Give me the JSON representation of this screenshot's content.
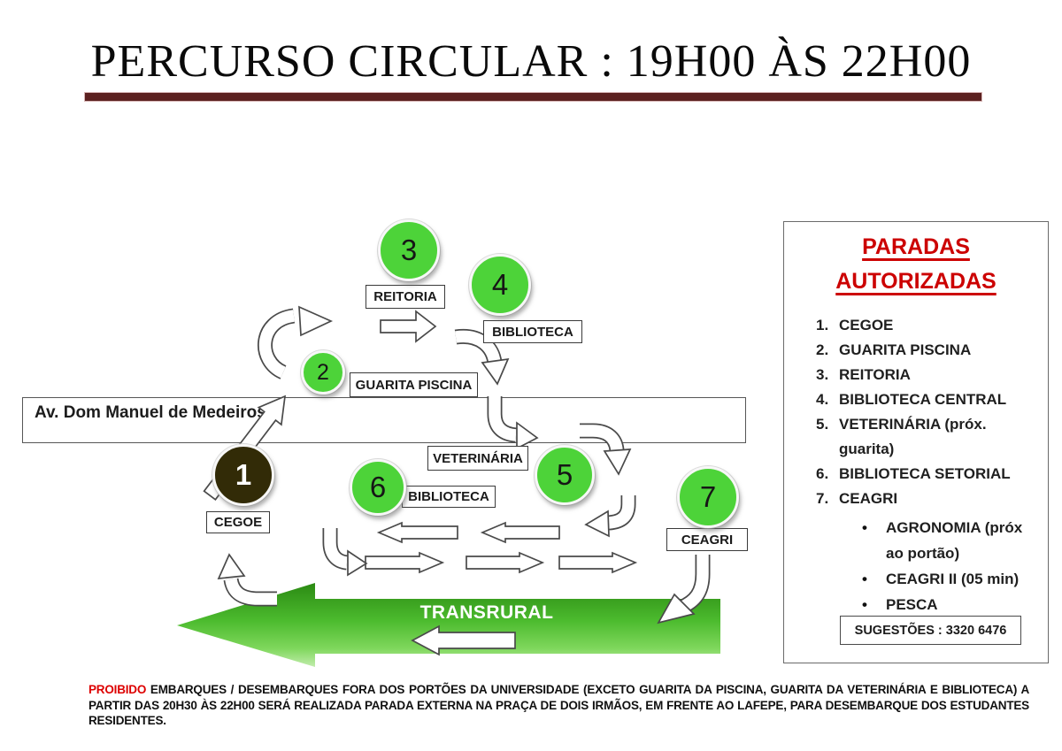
{
  "header": {
    "title": "PERCURSO CIRCULAR : 19H00 ÀS 22H00"
  },
  "diagram": {
    "road_label": "Av. Dom Manuel de Medeiros",
    "transrural_label": "TRANSRURAL",
    "stops": [
      {
        "number": "1",
        "label": "CEGOE"
      },
      {
        "number": "2",
        "label": "GUARITA PISCINA"
      },
      {
        "number": "3",
        "label": "REITORIA"
      },
      {
        "number": "4",
        "label": "BIBLIOTECA"
      },
      {
        "number": "5",
        "label": "VETERINÁRIA"
      },
      {
        "number": "6",
        "label": "BIBLIOTECA"
      },
      {
        "number": "7",
        "label": "CEAGRI"
      }
    ]
  },
  "sidebar": {
    "title_line1": "PARADAS",
    "title_line2": "AUTORIZADAS",
    "item_numbers": [
      "1.",
      "2.",
      "3.",
      "4.",
      "5.",
      "6.",
      "7."
    ],
    "items": [
      "CEGOE",
      "GUARITA PISCINA",
      "REITORIA",
      "BIBLIOTECA CENTRAL",
      "VETERINÁRIA (próx. guarita)",
      "BIBLIOTECA SETORIAL",
      "CEAGRI"
    ],
    "bullet_glyph": "•",
    "sub_bullets": [
      "AGRONOMIA  (próx ao portão)",
      "CEAGRI II (05 min)",
      "PESCA"
    ],
    "suggestions": "SUGESTÕES : 3320 6476"
  },
  "footer": {
    "highlight": "PROIBIDO",
    "text": " EMBARQUES / DESEMBARQUES FORA DOS PORTÕES DA UNIVERSIDADE (EXCETO GUARITA DA PISCINA, GUARITA DA VETERINÁRIA E BIBLIOTECA) A PARTIR DAS 20H30 ÀS 22H00 SERÁ REALIZADA PARADA EXTERNA NA PRAÇA DE DOIS IRMÃOS, EM FRENTE AO LAFEPE, PARA DESEMBARQUE DOS ESTUDANTES RESIDENTES."
  },
  "colors": {
    "stop_green": "#4dd339",
    "stop_dark": "#322b07",
    "accent_red": "#cc0000",
    "title_rule_maroon": "#5c2120",
    "transrural_green_top": "#2b8a13",
    "transrural_green_bottom": "#c2ecad"
  }
}
